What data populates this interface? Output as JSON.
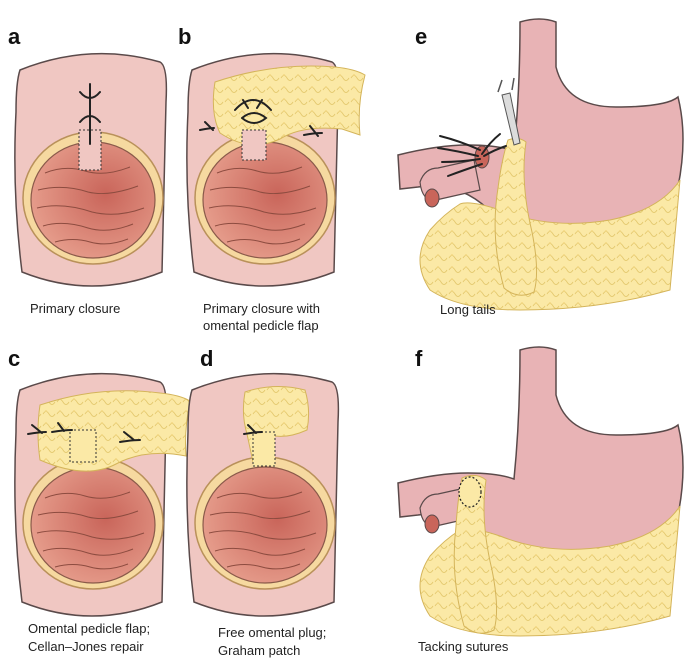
{
  "panels": [
    {
      "letter": "a",
      "caption_lines": [
        "Primary closure"
      ]
    },
    {
      "letter": "b",
      "caption_lines": [
        "Primary closure with",
        "omental pedicle flap"
      ]
    },
    {
      "letter": "c",
      "caption_lines": [
        "Omental pedicle flap;",
        "Cellan–Jones repair"
      ]
    },
    {
      "letter": "d",
      "caption_lines": [
        "Free omental plug;",
        "Graham patch"
      ]
    },
    {
      "letter": "e",
      "caption_lines": [
        "Long tails"
      ]
    },
    {
      "letter": "f",
      "caption_lines": [
        "Tacking sutures"
      ]
    }
  ],
  "colors": {
    "bowel_wall": "#f0c7c2",
    "bowel_outline": "#5a4a4a",
    "lumen_ring": "#f2d39a",
    "lumen_inner": "#dd8a78",
    "omentum": "#fbe9a6",
    "stomach": "#e8b3b5",
    "suture": "#222222"
  }
}
